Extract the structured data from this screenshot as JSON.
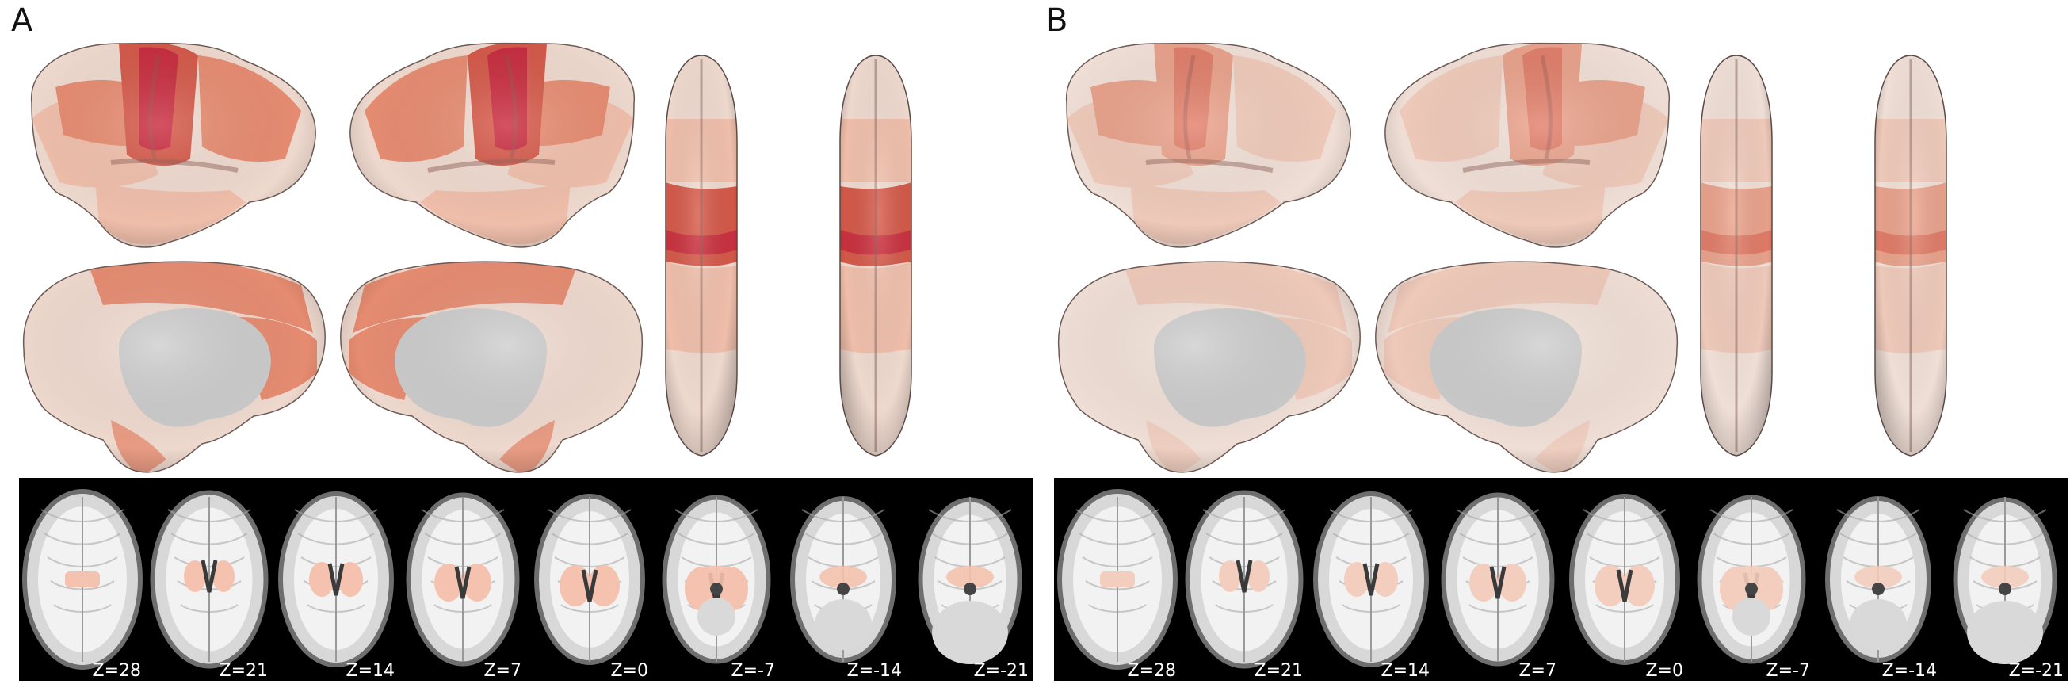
{
  "panels": [
    {
      "id": "A",
      "label": "A",
      "slices": [
        "Z=28",
        "Z=21",
        "Z=14",
        "Z=7",
        "Z=0",
        "Z=-7",
        "Z=-14",
        "Z=-21"
      ],
      "colors": {
        "base": "#f3ddd2",
        "light": "#f4c2ae",
        "mid": "#ea8e73",
        "dark": "#d75a4a",
        "peak": "#c8263e",
        "gray": "#cfcfcf"
      }
    },
    {
      "id": "B",
      "label": "B",
      "slices": [
        "Z=28",
        "Z=21",
        "Z=14",
        "Z=7",
        "Z=0",
        "Z=-7",
        "Z=-14",
        "Z=-21"
      ],
      "colors": {
        "base": "#f4e3da",
        "light": "#f3cdbd",
        "mid": "#eca48d",
        "dark": "#e0705e",
        "peak": "#cf3347",
        "gray": "#cfcfcf"
      }
    }
  ]
}
